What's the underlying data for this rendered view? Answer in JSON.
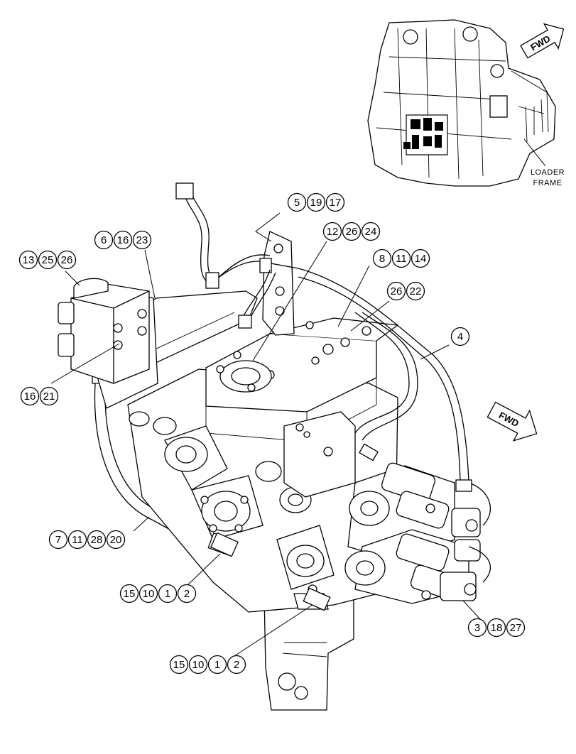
{
  "inset": {
    "frame_label_line1": "LOADER",
    "frame_label_line2": "FRAME",
    "fwd_label": "FWD"
  },
  "main": {
    "fwd_label": "FWD"
  },
  "callouts": [
    {
      "id": "c-5-19-17",
      "numbers": [
        "5",
        "19",
        "17"
      ]
    },
    {
      "id": "c-6-16-23",
      "numbers": [
        "6",
        "16",
        "23"
      ]
    },
    {
      "id": "c-12-26-24",
      "numbers": [
        "12",
        "26",
        "24"
      ]
    },
    {
      "id": "c-13-25-26",
      "numbers": [
        "13",
        "25",
        "26"
      ]
    },
    {
      "id": "c-8-11-14",
      "numbers": [
        "8",
        "11",
        "14"
      ]
    },
    {
      "id": "c-26-22",
      "numbers": [
        "26",
        "22"
      ]
    },
    {
      "id": "c-4",
      "numbers": [
        "4"
      ]
    },
    {
      "id": "c-16-21",
      "numbers": [
        "16",
        "21"
      ]
    },
    {
      "id": "c-7-11-28-20",
      "numbers": [
        "7",
        "11",
        "28",
        "20"
      ]
    },
    {
      "id": "c-15-10-1-2-a",
      "numbers": [
        "15",
        "10",
        "1",
        "2"
      ]
    },
    {
      "id": "c-3-18-27",
      "numbers": [
        "3",
        "18",
        "27"
      ]
    },
    {
      "id": "c-15-10-1-2-b",
      "numbers": [
        "15",
        "10",
        "1",
        "2"
      ]
    }
  ]
}
